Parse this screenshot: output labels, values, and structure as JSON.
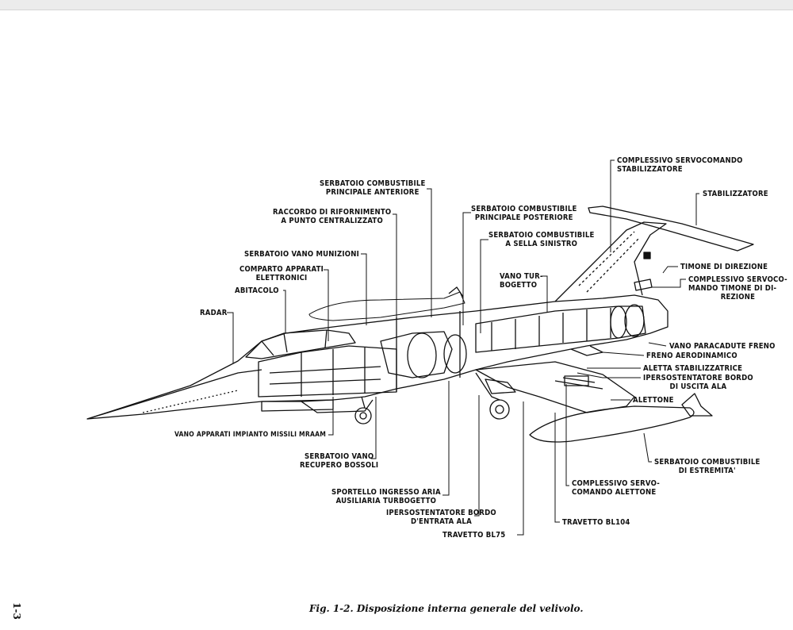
{
  "caption": "Fig. 1-2. Disposizione interna generale del velivolo.",
  "page_number": "1-3",
  "labels": {
    "servo_stab": [
      "COMPLESSIVO SERVOCOMANDO",
      "STABILIZZATORE"
    ],
    "stabilizzatore": "STABILIZZATORE",
    "timone": "TIMONE DI DIREZIONE",
    "servo_timone": [
      "COMPLESSIVO SERVOCO-",
      "MANDO TIMONE DI DI-",
      "REZIONE"
    ],
    "paracadute": "VANO PARACADUTE FRENO",
    "freno": "FRENO AERODINAMICO",
    "aletta": "ALETTA STABILIZZATRICE",
    "iper_uscita": [
      "IPERSOSTENTATORE BORDO",
      "DI USCITA ALA"
    ],
    "alettone": "ALETTONE",
    "serb_estremita": [
      "SERBATOIO COMBUSTIBILE",
      "DI ESTREMITA'"
    ],
    "servo_alettone": [
      "COMPLESSIVO SERVO-",
      "COMANDO ALETTONE"
    ],
    "travetto_104": "TRAVETTO BL104",
    "travetto_75": "TRAVETTO BL75",
    "iper_entrata": [
      "IPERSOSTENTATORE BORDO",
      "D'ENTRATA ALA"
    ],
    "sportello": [
      "SPORTELLO INGRESSO ARIA",
      "AUSILIARIA TURBOGETTO"
    ],
    "serb_bossoli": [
      "SERBATOIO VANO",
      "RECUPERO BOSSOLI"
    ],
    "vano_missili": "VANO APPARATI IMPIANTO MISSILI MRAAM",
    "radar": "RADAR",
    "abitacolo": "ABITACOLO",
    "comparto": [
      "COMPARTO APPARATI",
      "ELETTRONICI"
    ],
    "serb_munizioni": "SERBATOIO VANO MUNIZIONI",
    "raccordo": [
      "RACCORDO DI RIFORNIMENTO",
      "A PUNTO CENTRALIZZATO"
    ],
    "serb_anteriore": [
      "SERBATOIO COMBUSTIBILE",
      "PRINCIPALE ANTERIORE"
    ],
    "serb_posteriore": [
      "SERBATOIO COMBUSTIBILE",
      "PRINCIPALE POSTERIORE"
    ],
    "serb_sella": [
      "SERBATOIO COMBUSTIBILE",
      "A SELLA SINISTRO"
    ],
    "turbogetto": [
      "VANO TUR-",
      "BOGETTO"
    ]
  }
}
